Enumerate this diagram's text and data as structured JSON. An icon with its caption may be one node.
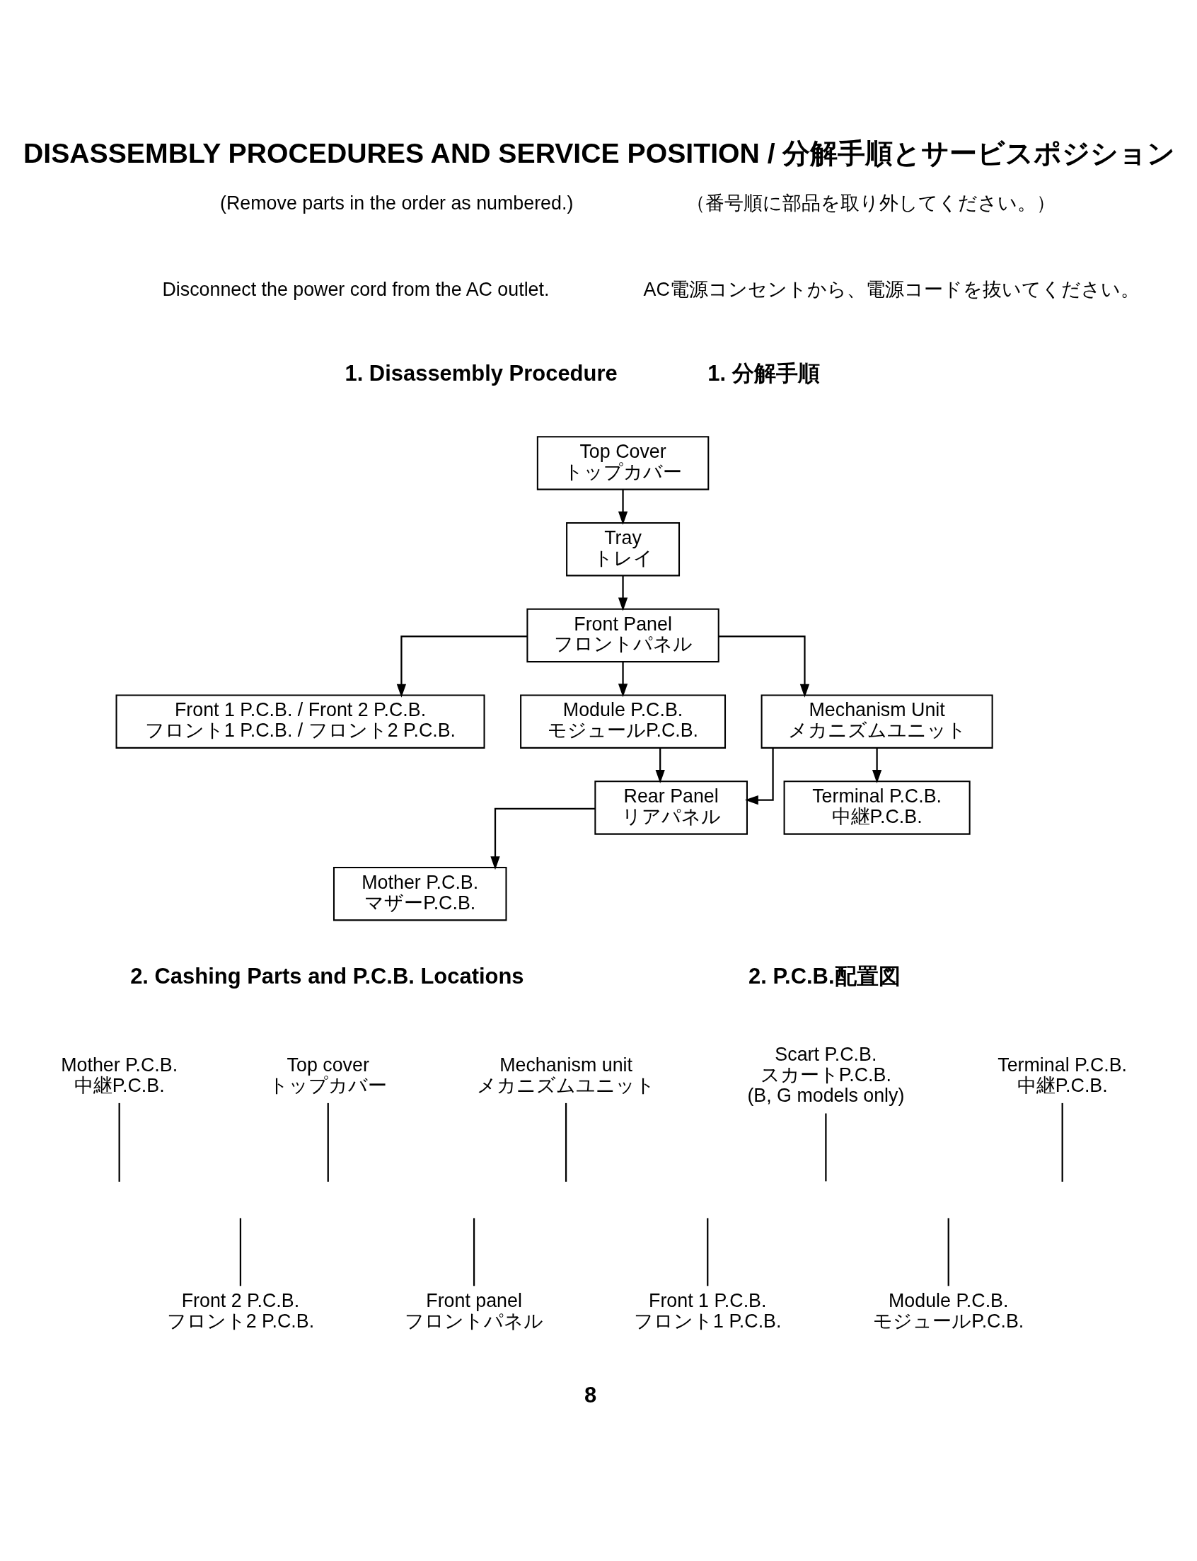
{
  "diagram": {
    "title": "DISASSEMBLY PROCEDURES AND SERVICE POSITION / 分解手順とサービスポジション",
    "nodes": [
      {
        "text": [
          "Top Cover",
          "トップカバー"
        ]
      },
      {
        "text": [
          "Tray",
          "トレイ"
        ]
      },
      {
        "text": [
          "Front Panel",
          "フロントパネル"
        ]
      },
      {
        "text": [
          "Front 1 P.C.B. / Front 2 P.C.B.",
          "フロント1 P.C.B. / フロント2 P.C.B."
        ]
      },
      {
        "text": [
          "Module P.C.B.",
          "モジュールP.C.B."
        ]
      },
      {
        "text": [
          "Mechanism Unit",
          "メカニズムユニット"
        ]
      },
      {
        "text": [
          "Rear Panel",
          "リアパネル"
        ]
      },
      {
        "text": [
          "Terminal P.C.B.",
          "中継P.C.B."
        ]
      },
      {
        "text": [
          "Mother P.C.B.",
          "マザーP.C.B."
        ]
      },
      {
        "text": [
          "Top cover",
          "トップカバー"
        ]
      },
      {
        "text": [
          "Mechanism unit",
          "メカニズムユニット"
        ]
      },
      {
        "text": [
          "Mother P.C.B.",
          "中継P.C.B."
        ]
      },
      {
        "text": [
          "Scart P.C.B.",
          "スカートP.C.B.",
          "(B, G models only)"
        ]
      },
      {
        "text": [
          "Terminal P.C.B.",
          "中継P.C.B."
        ]
      },
      {
        "text": [
          "Front 2 P.C.B.",
          "フロント2 P.C.B."
        ]
      },
      {
        "text": [
          "Front panel",
          "フロントパネル"
        ]
      },
      {
        "text": [
          "Front 1 P.C.B.",
          "フロント1 P.C.B."
        ]
      },
      {
        "text": [
          "Module P.C.B.",
          "モジュールP.C.B."
        ]
      }
    ],
    "edges": [
      {
        "from": 0,
        "to": 1,
        "arrow": "to"
      },
      {
        "from": 1,
        "to": 2,
        "arrow": "to"
      },
      {
        "from": 2,
        "to": 3,
        "arrow": "to"
      },
      {
        "from": 2,
        "to": 4,
        "arrow": "to"
      },
      {
        "from": 2,
        "to": 5,
        "arrow": "to"
      },
      {
        "from": 4,
        "to": 6,
        "arrow": "to"
      },
      {
        "from": 5,
        "to": 6,
        "arrow": "to"
      },
      {
        "from": 5,
        "to": 7,
        "arrow": "to"
      },
      {
        "from": 6,
        "to": 8,
        "arrow": "to"
      },
      {
        "from": 9,
        "to": null,
        "arrow": "none"
      },
      {
        "from": 10,
        "to": null,
        "arrow": "none"
      },
      {
        "from": 11,
        "to": null,
        "arrow": "none"
      },
      {
        "from": 12,
        "to": null,
        "arrow": "none"
      },
      {
        "from": 13,
        "to": null,
        "arrow": "none"
      },
      {
        "from": 14,
        "to": null,
        "arrow": "none"
      },
      {
        "from": 15,
        "to": null,
        "arrow": "none"
      },
      {
        "from": 16,
        "to": null,
        "arrow": "none"
      },
      {
        "from": 17,
        "to": null,
        "arrow": "none"
      }
    ],
    "labels": [
      "(Remove parts in the order as numbered.)",
      "Disconnect the power cord from the AC outlet.",
      "（番号順に部品を取り外してください。）",
      "AC電源コンセントから、電源コードを抜いてください。",
      "1. Disassembly Procedure",
      "1. 分解手順",
      "2. Cashing Parts and P.C.B. Locations",
      "2. P.C.B.配置図",
      "8"
    ]
  }
}
